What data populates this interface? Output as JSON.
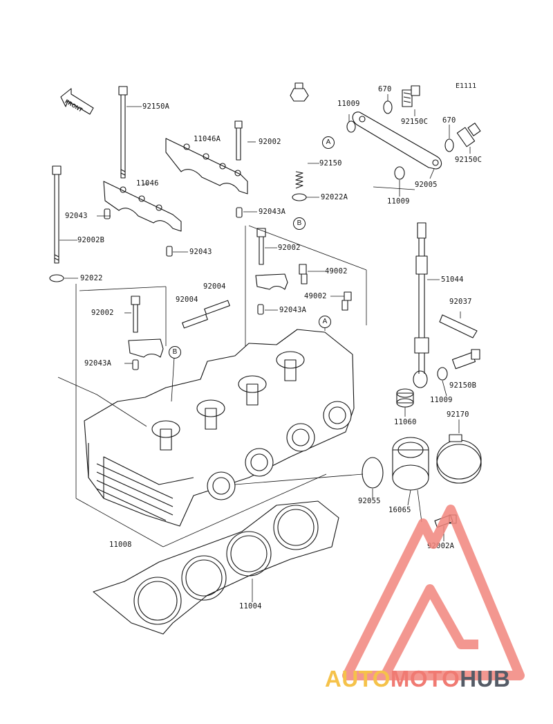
{
  "diagram_code": "E1111",
  "front_label": "FRONT",
  "labels": {
    "l_92150A": "92150A",
    "l_11046A": "11046A",
    "l_92002_top": "92002",
    "l_11046": "11046",
    "l_92043_a": "92043",
    "l_92002B": "92002B",
    "l_92043_b": "92043",
    "l_92043A_top": "92043A",
    "l_92022": "92022",
    "l_92002_mid": "92002",
    "l_49002_a": "49002",
    "l_92004_a": "92004",
    "l_92004_b": "92004",
    "l_49002_b": "49002",
    "l_92043A_mid": "92043A",
    "l_92002_left": "92002",
    "l_92043A_left": "92043A",
    "l_11008": "11008",
    "l_11004": "11004",
    "l_11009_top": "11009",
    "l_670_a": "670",
    "l_670_b": "670",
    "l_92150C_a": "92150C",
    "l_92150C_b": "92150C",
    "l_92150": "92150",
    "l_92022A": "92022A",
    "l_92005": "92005",
    "l_11009_mid": "11009",
    "l_51044": "51044",
    "l_92037": "92037",
    "l_92150B": "92150B",
    "l_11009_low": "11009",
    "l_11060": "11060",
    "l_92170": "92170",
    "l_92055": "92055",
    "l_16065": "16065",
    "l_92002A": "92002A"
  },
  "callouts": {
    "A": "A",
    "B": "B"
  },
  "brand": {
    "part1": "AUTO",
    "part2": "MOTO",
    "part3": "HUB"
  },
  "colors": {
    "brand_yellow": "#f5c24a",
    "brand_red": "#f07a72",
    "brand_gray": "#555b66",
    "line": "#111111"
  }
}
